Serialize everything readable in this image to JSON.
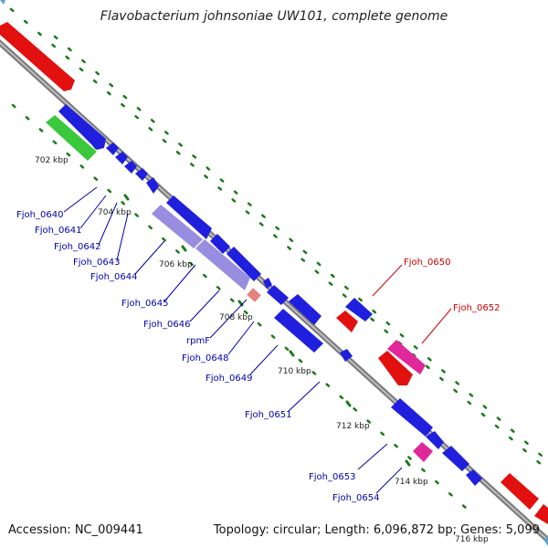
{
  "title": "Flavobacterium johnsoniae UW101, complete genome",
  "footer": {
    "accession": "Accession: NC_009441",
    "summary": "Topology: circular; Length: 6,096,872 bp; Genes: 5,099"
  },
  "colors": {
    "cds_forward": "#1f1fdd",
    "cds_reverse": "#e31010",
    "rrna": "#3cc83c",
    "highlight_pink": "#e0289a",
    "backbone": "#808080",
    "tick_dots": "#1a7a1a",
    "label_blue": "#0000aa",
    "label_red": "#cc0000"
  },
  "ticks": [
    {
      "text": "702 kbp"
    },
    {
      "text": "704 kbp"
    },
    {
      "text": "706 kbp"
    },
    {
      "text": "708 kbp"
    },
    {
      "text": "710 kbp"
    },
    {
      "text": "712 kbp"
    },
    {
      "text": "714 kbp"
    },
    {
      "text": "716 kbp"
    }
  ],
  "gene_labels": [
    {
      "text": "Fjoh_0640",
      "color": "blue"
    },
    {
      "text": "Fjoh_0641",
      "color": "blue"
    },
    {
      "text": "Fjoh_0642",
      "color": "blue"
    },
    {
      "text": "Fjoh_0643",
      "color": "blue"
    },
    {
      "text": "Fjoh_0644",
      "color": "blue"
    },
    {
      "text": "Fjoh_0645",
      "color": "blue"
    },
    {
      "text": "Fjoh_0646",
      "color": "blue"
    },
    {
      "text": "rpmF",
      "color": "blue"
    },
    {
      "text": "Fjoh_0648",
      "color": "blue"
    },
    {
      "text": "Fjoh_0649",
      "color": "blue"
    },
    {
      "text": "Fjoh_0650",
      "color": "red"
    },
    {
      "text": "Fjoh_0651",
      "color": "blue"
    },
    {
      "text": "Fjoh_0652",
      "color": "red"
    },
    {
      "text": "Fjoh_0653",
      "color": "blue"
    },
    {
      "text": "Fjoh_0654",
      "color": "blue"
    }
  ]
}
